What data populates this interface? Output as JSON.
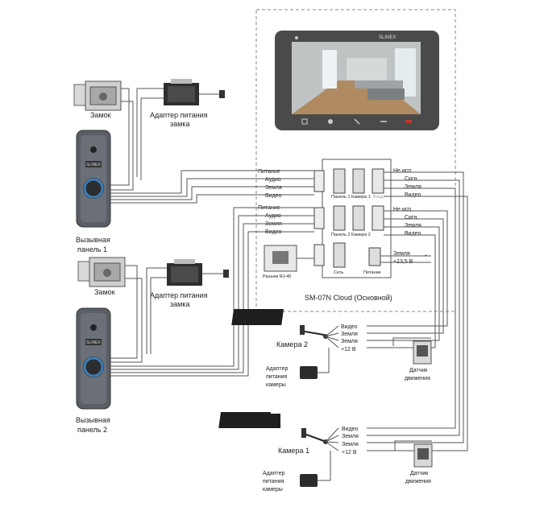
{
  "labels": {
    "lock1": "Замок",
    "lock_adapter1_l1": "Адаптер питания",
    "lock_adapter1_l2": "замка",
    "panel1_l1": "Вызывная",
    "panel1_l2": "панель 1",
    "lock2": "Замок",
    "lock_adapter2_l1": "Адаптер питания",
    "lock_adapter2_l2": "замка",
    "panel2_l1": "Вызывная",
    "panel2_l2": "панель 2",
    "brand": "SLINEX",
    "monitor_model": "SM-07N Cloud (Основной)",
    "camera2": "Камера 2",
    "camera1": "Камера 1",
    "cam_adapter2_l1": "Адаптер",
    "cam_adapter2_l2": "питания",
    "cam_adapter2_l3": "камеры",
    "cam_adapter1_l1": "Адаптер",
    "cam_adapter1_l2": "питания",
    "cam_adapter1_l3": "камеры",
    "sensor2_l1": "Датчик",
    "sensor2_l2": "движения",
    "sensor1_l1": "Датчик",
    "sensor1_l2": "движения"
  },
  "terminals": {
    "panel1_wires": [
      "Питание",
      "Аудио",
      "Земля",
      "Видео"
    ],
    "panel2_wires": [
      "Питание",
      "Аудио",
      "Земля",
      "Видео"
    ],
    "right_top": [
      "Не исп.",
      "Сигн.",
      "Земля",
      "Видео"
    ],
    "right_mid": [
      "Не исп.",
      "Сигн.",
      "Земля",
      "Видео"
    ],
    "power_out": [
      "Земля",
      "+13,5 В"
    ],
    "power_out_note": "*",
    "camera2_wires": [
      "Видео",
      "Земля",
      "Земля",
      "+12 В"
    ],
    "camera1_wires": [
      "Видео",
      "Земля",
      "Земля",
      "+12 В"
    ]
  },
  "connectors": {
    "panel1": "Панель 1",
    "camera1": "Камера 1",
    "input": "Вход",
    "panel2": "Панель 2",
    "camera2": "Камера 2",
    "rj45": "Разъем RJ-45",
    "net": "Сеть",
    "power": "Питание"
  },
  "colors": {
    "dashed_box": "#8a8a8a",
    "wire": "#555555",
    "monitor_frame": "#4a4a4a",
    "panel_body": "#5a5f66",
    "panel_ring": "#3d7fb8"
  }
}
